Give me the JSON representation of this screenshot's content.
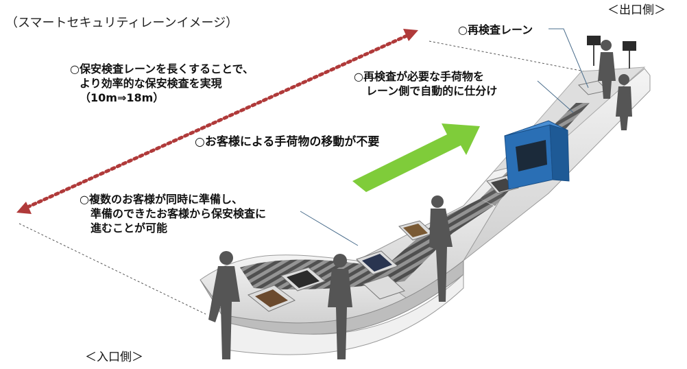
{
  "image_title": "（スマートセキュリティレーンイメージ）",
  "labels": {
    "exit_side": "＜出口側＞",
    "entry_side": "＜入口側＞"
  },
  "callouts": {
    "recheck_lane": "○再検査レーン",
    "auto_sort": {
      "line1": "○再検査が必要な手荷物を",
      "line2": "レーン側で自動的に仕分け"
    },
    "longer_lane": {
      "line1": "○保安検査レーンを長くすることで、",
      "line2": "より効率的な保安検査を実現",
      "line3": "（10m⇒18m）"
    },
    "no_move": "○お客様による手荷物の移動が不要",
    "multi_prepare": {
      "line1": "○複数のお客様が同時に準備し、",
      "line2": "準備のできたお客様から保安検査に",
      "line3": "進むことが可能"
    }
  },
  "colors": {
    "dotted_arrow": "#b03a3a",
    "flow_arrow": "#7fcc3a",
    "scanner": "#2a6fb5",
    "lane_body": "#e6e6e6",
    "roller": "#4a4a4a",
    "person": "#555555",
    "leader_line": "#4a6d8c"
  }
}
